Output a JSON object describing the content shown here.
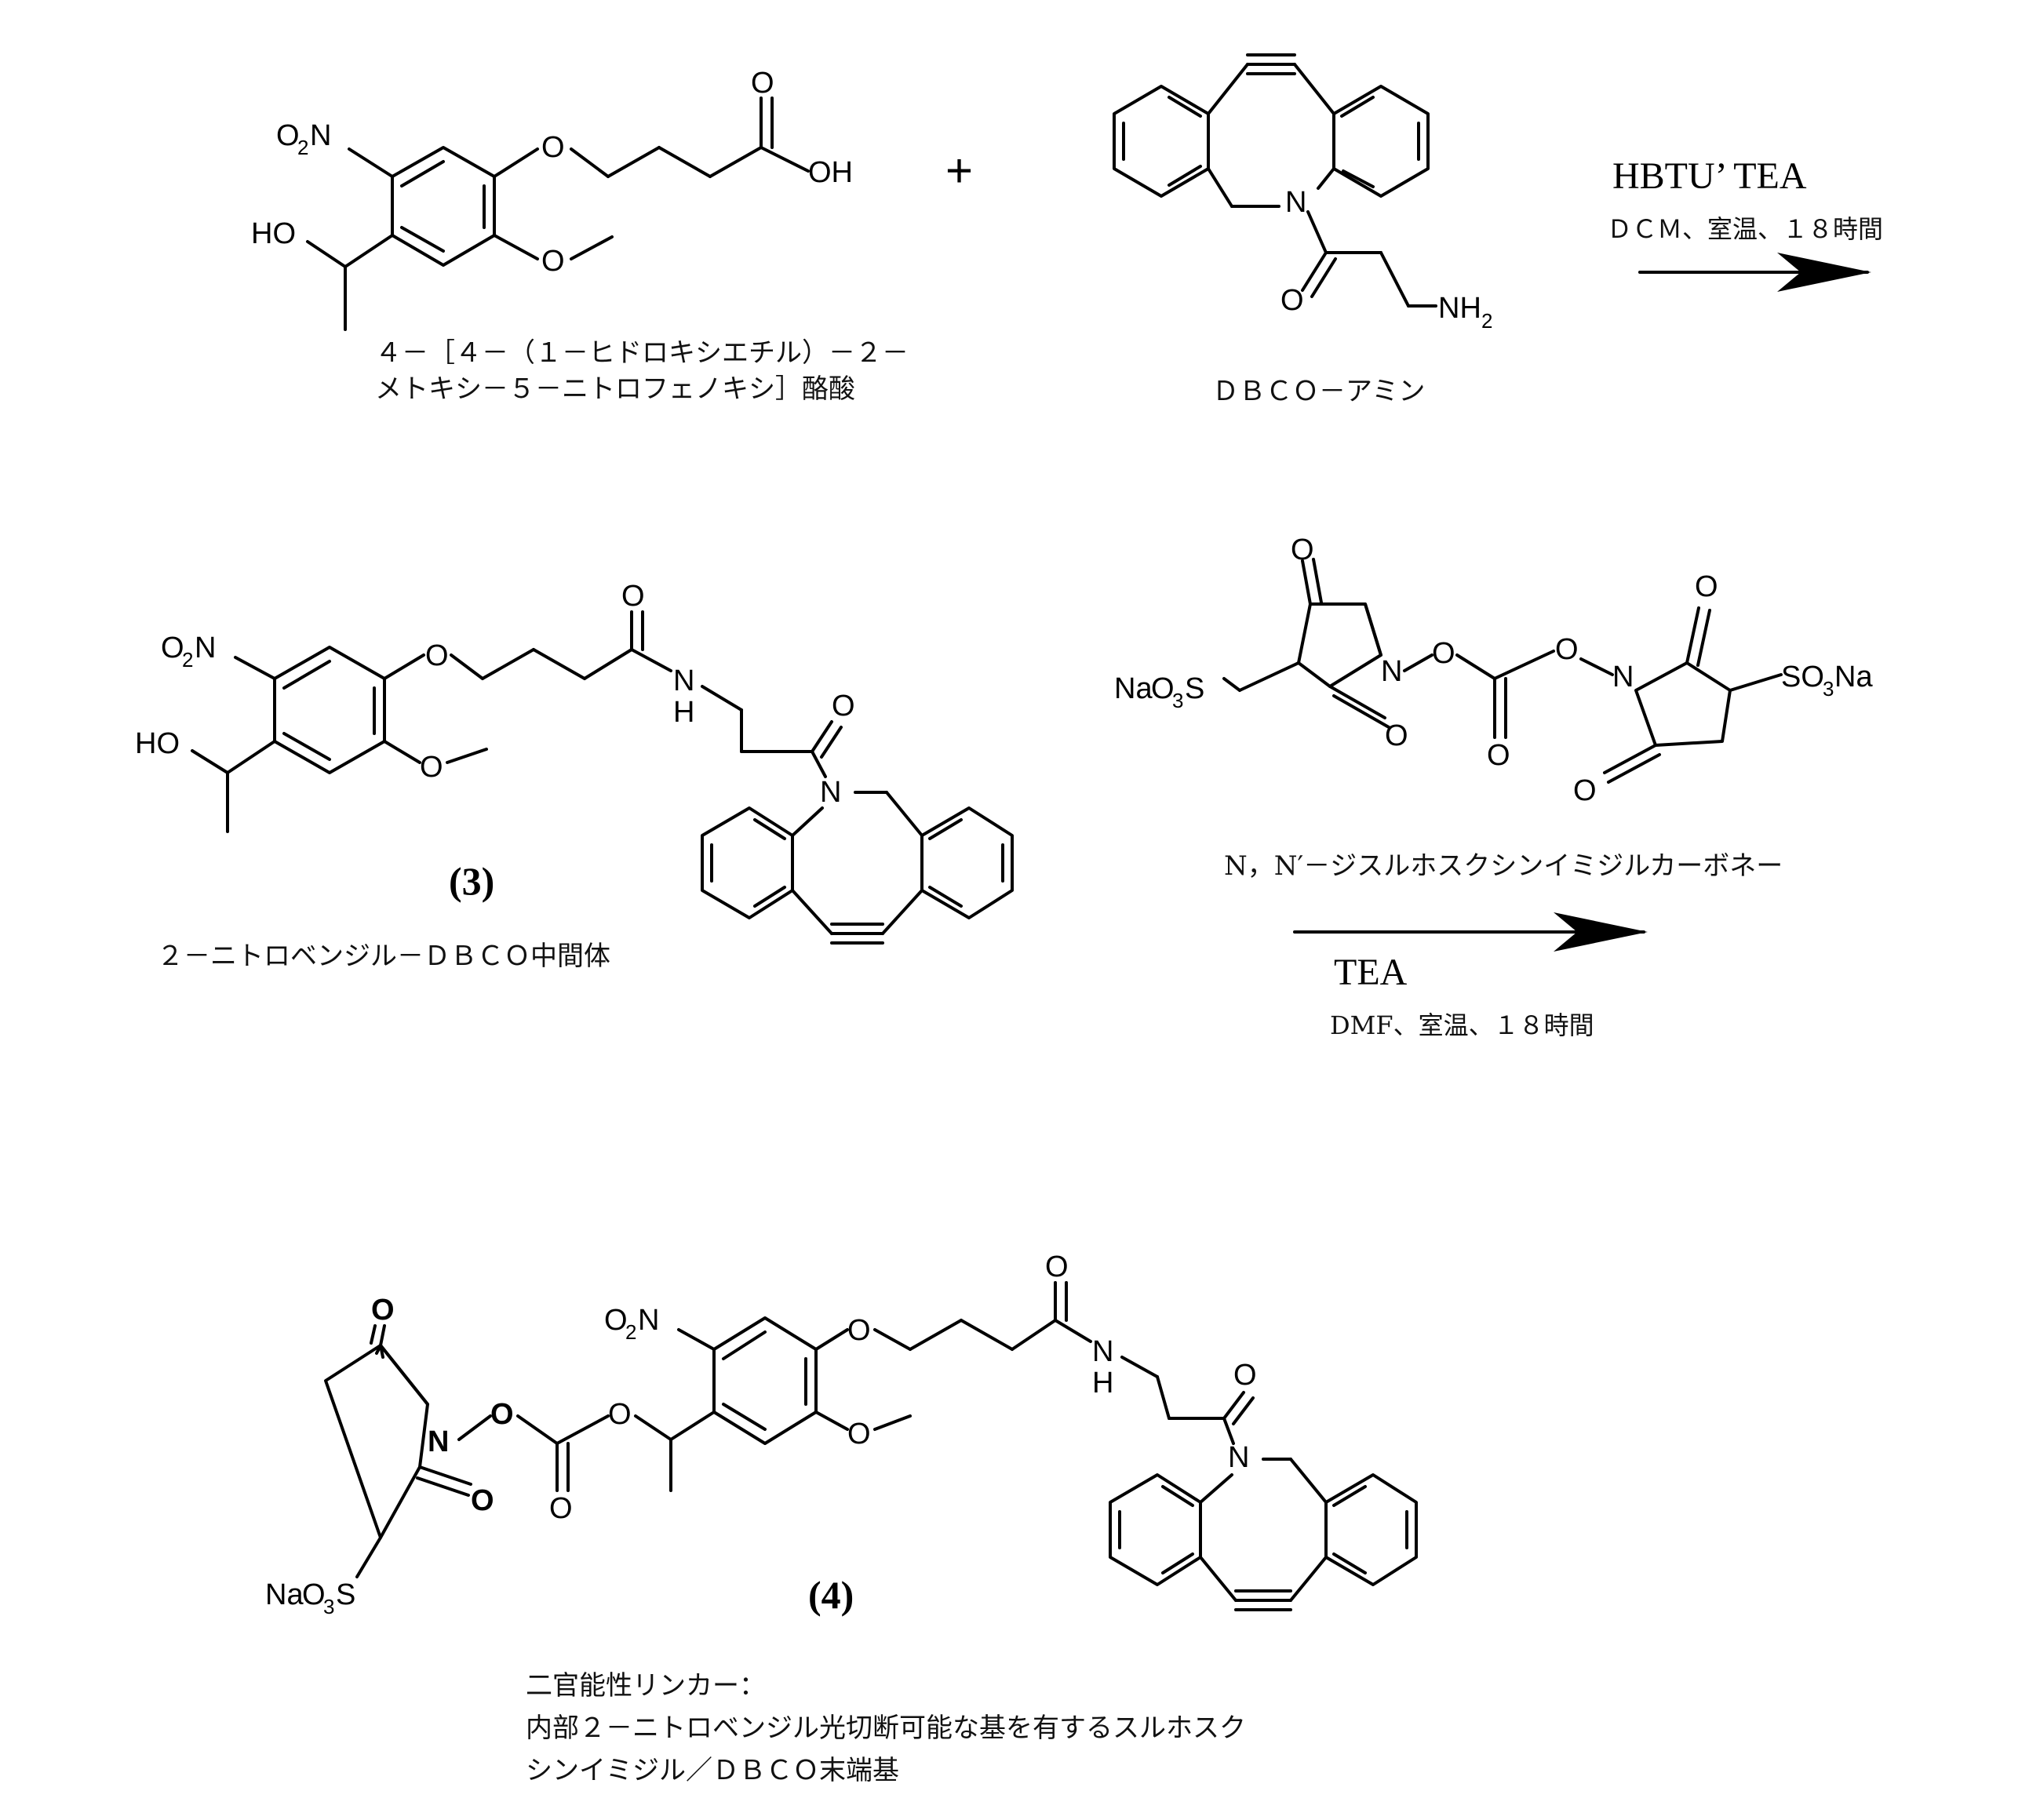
{
  "reactant1": {
    "label_o2n": "O",
    "label_o2n_sub": "2",
    "label_o2n_n": "N",
    "label_ho": "HO",
    "label_ether_o": "O",
    "label_acid_o": "O",
    "label_oh": "OH",
    "label_ome_o": "O",
    "caption_line1": "４－［４－（１－ヒドロキシエチル）－２－",
    "caption_line2": "メトキシ－５－ニトロフェノキシ］酪酸"
  },
  "plus_sign": "+",
  "reactant2": {
    "label_n": "N",
    "label_o": "O",
    "label_nh2": "NH",
    "label_nh2_sub": "2",
    "caption": "ＤＢＣＯ－アミン"
  },
  "step1": {
    "reagents": "HBTU’ TEA",
    "conditions": "ＤＣＭ、室温、１８時間"
  },
  "intermediate": {
    "label_o2n": "O",
    "label_o2n_sub": "2",
    "label_o2n_n": "N",
    "label_ho": "HO",
    "label_ether_o": "O",
    "label_amide_o": "O",
    "label_nh": "N",
    "label_nh_h": "H",
    "label_ome_o": "O",
    "label_dbco_o": "O",
    "label_dbco_n": "N",
    "compound_number": "(3)",
    "caption": "２－ニトロベンジル－ＤＢＣＯ中間体"
  },
  "reagent_dsc": {
    "na_left": "Na",
    "o3s_left": "O",
    "o3s_left_sub": "3",
    "s_left": "S",
    "na_right": "Na",
    "so3_right": "SO",
    "so3_right_sub": "3",
    "carbonyl_o": "O",
    "n_left": "N",
    "n_right": "N",
    "caption": "N，N′－ジスルホスクシンイミジルカーボネー"
  },
  "step2": {
    "reagents": "TEA",
    "conditions": "DMF、室温、１８時間"
  },
  "product": {
    "label_o2n": "O",
    "label_o2n_sub": "2",
    "label_o2n_n": "N",
    "label_nh": "N",
    "label_nh_h": "H",
    "label_o": "O",
    "label_n": "N",
    "label_na": "Na",
    "label_o3s": "O",
    "label_o3s_sub": "3",
    "label_s": "S",
    "compound_number": "(4)",
    "caption_line1": "二官能性リンカー：",
    "caption_line2": "内部２－ニトロベンジル光切断可能な基を有するスルホスク",
    "caption_line3": "シンイミジル／ＤＢＣＯ末端基"
  }
}
